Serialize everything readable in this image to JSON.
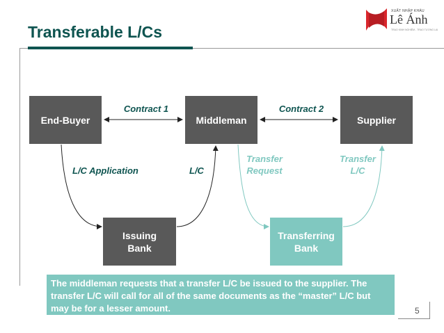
{
  "title": "Transferable L/Cs",
  "logo": {
    "top": "XUẤT NHẬP KHẨU",
    "name": "Lê Ánh",
    "sub": "TRAO KINH NGHIỆM - TRAO TƯƠNG LAI"
  },
  "boxes": {
    "end_buyer": "End-Buyer",
    "middleman": "Middleman",
    "supplier": "Supplier",
    "issuing_bank": "Issuing Bank",
    "transferring_bank": "Transferring Bank"
  },
  "labels": {
    "contract1": "Contract 1",
    "contract2": "Contract 2",
    "lc_application": "L/C Application",
    "lc": "L/C",
    "transfer_request": "Transfer Request",
    "transfer_lc": "Transfer L/C"
  },
  "note": "The middleman requests that a transfer L/C be issued to the supplier. The transfer L/C will call for all of the same documents as the “master” L/C but may be for a lesser amount.",
  "page_number": "5",
  "colors": {
    "dark": "#595959",
    "teal": "#80c8c0",
    "title": "#0e5450"
  }
}
